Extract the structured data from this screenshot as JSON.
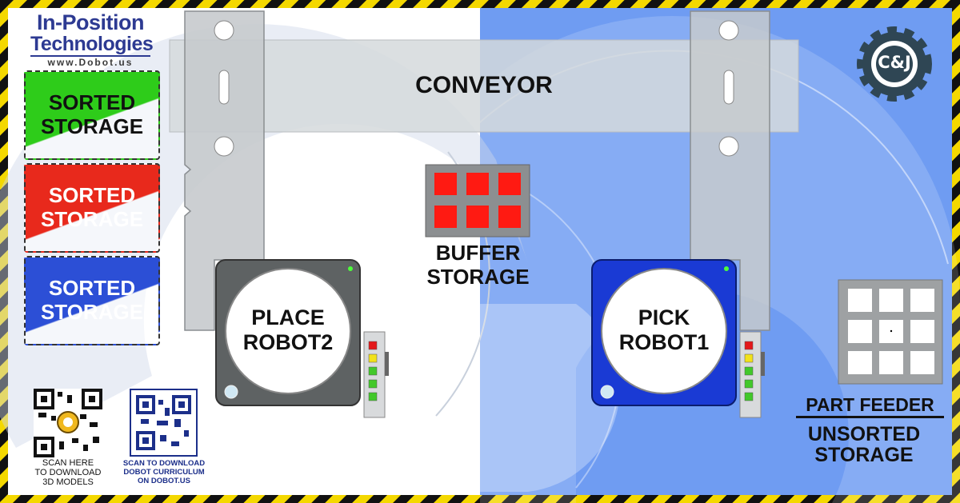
{
  "logo": {
    "line1": "In-Position",
    "line2": "Technologies",
    "url": "www.Dobot.us"
  },
  "storage": [
    {
      "line1": "SORTED",
      "line2": "STORAGE",
      "color": "#2ecc1a"
    },
    {
      "line1": "SORTED",
      "line2": "STORAGE",
      "color": "#e8291c"
    },
    {
      "line1": "SORTED",
      "line2": "STORAGE",
      "color": "#2c4fd6"
    }
  ],
  "conveyor": {
    "label": "CONVEYOR"
  },
  "buffer": {
    "line1": "BUFFER",
    "line2": "STORAGE",
    "cell_color": "#ff1a12"
  },
  "robots": {
    "place": {
      "line1": "PLACE",
      "line2": "ROBOT2",
      "color": "#5e6263"
    },
    "pick": {
      "line1": "PICK",
      "line2": "ROBOT1",
      "color": "#1a3ad4"
    }
  },
  "feeder": {
    "line1": "PART FEEDER",
    "line2": "UNSORTED",
    "line3": "STORAGE"
  },
  "qr": {
    "models": {
      "line1": "SCAN HERE",
      "line2": "TO DOWNLOAD",
      "line3": "3D MODELS"
    },
    "curriculum": {
      "line1": "SCAN TO DOWNLOAD",
      "line2": "DOBOT CURRICULUM",
      "line3": "ON DOBOT.US"
    }
  },
  "brand_logo": {
    "text": "C&J",
    "icon": "gear-icon"
  },
  "colors": {
    "hazard_yellow": "#f4d800",
    "blue_zone": "#6f9cf2",
    "conveyor_gray": "#cfd3d6"
  }
}
